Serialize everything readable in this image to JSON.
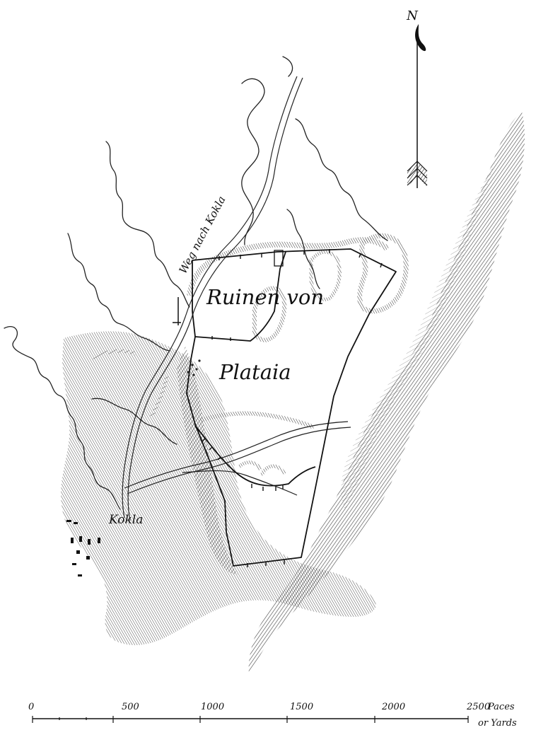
{
  "labels": {
    "north": "N",
    "ruinen": "Ruinen von",
    "plataia": "Plataia",
    "road": "Weg nach Kokla",
    "kokla": "Kokla"
  },
  "scale": {
    "ticks": [
      "0",
      "500",
      "1000",
      "1500",
      "2000",
      "2500"
    ],
    "unit_top": "Paces",
    "unit_bottom": "or Yards"
  },
  "colors": {
    "ink": "#111111",
    "paper": "#ffffff"
  }
}
